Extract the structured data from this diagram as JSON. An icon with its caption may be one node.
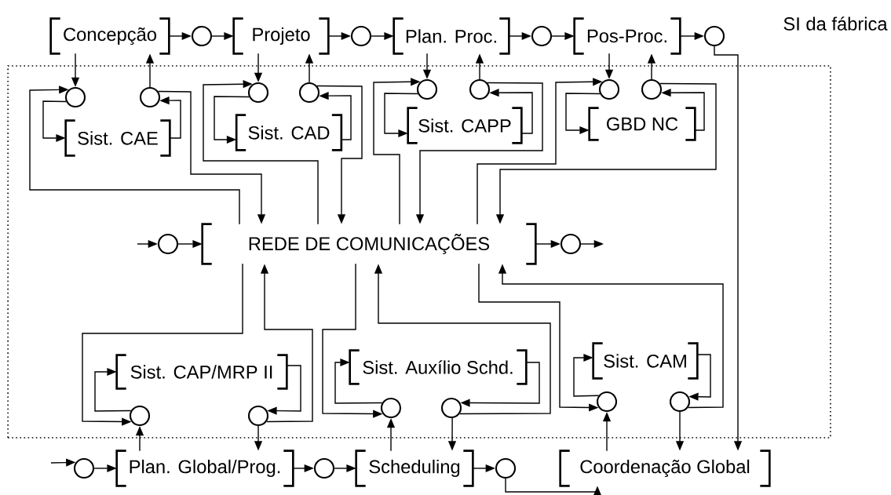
{
  "diagram": {
    "nodes": [
      {
        "text": [
          "SI da fábrica"
        ]
      },
      {
        "text": [
          "Concepção"
        ]
      },
      {
        "text": [],
        "shape": "circle"
      },
      {
        "text": [
          "Projeto"
        ]
      },
      {
        "text": [],
        "shape": "circle"
      },
      {
        "text": [
          "Plan. Proc."
        ]
      },
      {
        "text": [],
        "shape": "circle"
      },
      {
        "text": [
          "Pos-Proc."
        ]
      },
      {
        "text": [],
        "shape": "circle"
      },
      {
        "text": [],
        "shape": "circle",
        "in": 0
      },
      {
        "text": [],
        "shape": "circle",
        "in": 0
      },
      {
        "text": [
          "Sist. CAE"
        ],
        "in": 0
      },
      {
        "text": [],
        "shape": "circle",
        "in": 0
      },
      {
        "text": [],
        "shape": "circle",
        "in": 0
      },
      {
        "text": [
          "Sist. CAD"
        ],
        "in": 0
      },
      {
        "text": [],
        "shape": "circle",
        "in": 0
      },
      {
        "text": [],
        "shape": "circle",
        "in": 0
      },
      {
        "text": [
          "Sist. CAPP"
        ],
        "in": 0
      },
      {
        "text": [],
        "shape": "circle",
        "in": 0
      },
      {
        "text": [],
        "shape": "circle",
        "in": 0
      },
      {
        "text": [
          "GBD NC"
        ],
        "in": 0
      },
      {
        "text": [],
        "shape": "circle",
        "in": 0
      },
      {
        "text": [
          "REDE DE COMUNICAÇÕES"
        ],
        "in": 0
      },
      {
        "text": [],
        "shape": "circle",
        "in": 0
      },
      {
        "text": [
          "Sist. CAP/MRP II"
        ],
        "in": 0
      },
      {
        "text": [],
        "shape": "circle",
        "in": 0
      },
      {
        "text": [],
        "shape": "circle",
        "in": 0
      },
      {
        "text": [
          "Sist. Auxílio Schd."
        ],
        "in": 0
      },
      {
        "text": [],
        "shape": "circle",
        "in": 0
      },
      {
        "text": [],
        "shape": "circle",
        "in": 0
      },
      {
        "text": [
          "Sist. CAM"
        ],
        "in": 0
      },
      {
        "text": [],
        "shape": "circle",
        "in": 0
      },
      {
        "text": [],
        "shape": "circle",
        "in": 0
      },
      {
        "text": [],
        "shape": "circle"
      },
      {
        "text": [
          "Plan. Global/Prog."
        ]
      },
      {
        "text": [],
        "shape": "circle"
      },
      {
        "text": [
          "Scheduling"
        ]
      },
      {
        "text": [],
        "shape": "circle"
      },
      {
        "text": [
          "Coordenação Global"
        ]
      }
    ],
    "edges": [
      {
        "from": 1,
        "to": 2,
        "arrow": "to"
      },
      {
        "from": 2,
        "to": 3,
        "arrow": "to"
      },
      {
        "from": 3,
        "to": 4,
        "arrow": "to"
      },
      {
        "from": 4,
        "to": 5,
        "arrow": "to"
      },
      {
        "from": 5,
        "to": 6,
        "arrow": "to"
      },
      {
        "from": 6,
        "to": 7,
        "arrow": "to"
      },
      {
        "from": 7,
        "to": 8,
        "arrow": "to"
      },
      {
        "from": 1,
        "to": 9,
        "arrow": "to"
      },
      {
        "from": 10,
        "to": 1,
        "arrow": "to"
      },
      {
        "from": 9,
        "to": 11,
        "arrow": "to"
      },
      {
        "from": 11,
        "to": 10,
        "arrow": "to"
      },
      {
        "from": 22,
        "to": 9,
        "arrow": "to"
      },
      {
        "from": 10,
        "to": 22,
        "arrow": "to"
      },
      {
        "from": 3,
        "to": 12,
        "arrow": "to"
      },
      {
        "from": 13,
        "to": 3,
        "arrow": "to"
      },
      {
        "from": 12,
        "to": 14,
        "arrow": "to"
      },
      {
        "from": 14,
        "to": 13,
        "arrow": "to"
      },
      {
        "from": 22,
        "to": 12,
        "arrow": "to"
      },
      {
        "from": 13,
        "to": 22,
        "arrow": "to"
      },
      {
        "from": 5,
        "to": 15,
        "arrow": "to"
      },
      {
        "from": 16,
        "to": 5,
        "arrow": "to"
      },
      {
        "from": 15,
        "to": 17,
        "arrow": "to"
      },
      {
        "from": 17,
        "to": 16,
        "arrow": "to"
      },
      {
        "from": 22,
        "to": 15,
        "arrow": "to"
      },
      {
        "from": 16,
        "to": 22,
        "arrow": "to"
      },
      {
        "from": 7,
        "to": 18,
        "arrow": "to"
      },
      {
        "from": 19,
        "to": 7,
        "arrow": "to"
      },
      {
        "from": 18,
        "to": 20,
        "arrow": "to"
      },
      {
        "from": 20,
        "to": 19,
        "arrow": "to"
      },
      {
        "from": 22,
        "to": 18,
        "arrow": "to"
      },
      {
        "from": 19,
        "to": 22,
        "arrow": "to"
      },
      {
        "from": 8,
        "to": 38,
        "arrow": "to"
      },
      {
        "from": null,
        "to": 21,
        "arrow": "to"
      },
      {
        "from": 21,
        "to": 22,
        "arrow": "to"
      },
      {
        "from": 22,
        "to": 23,
        "arrow": "to"
      },
      {
        "from": 23,
        "to": null,
        "arrow": "to"
      },
      {
        "from": 22,
        "to": 25,
        "arrow": "to"
      },
      {
        "from": 26,
        "to": 22,
        "arrow": "to"
      },
      {
        "from": 25,
        "to": 24,
        "arrow": "to"
      },
      {
        "from": 24,
        "to": 26,
        "arrow": "to"
      },
      {
        "from": 34,
        "to": 25,
        "arrow": "to"
      },
      {
        "from": 26,
        "to": 34,
        "arrow": "to"
      },
      {
        "from": 22,
        "to": 28,
        "arrow": "to"
      },
      {
        "from": 29,
        "to": 22,
        "arrow": "to"
      },
      {
        "from": 28,
        "to": 27,
        "arrow": "to"
      },
      {
        "from": 27,
        "to": 29,
        "arrow": "to"
      },
      {
        "from": 36,
        "to": 28,
        "arrow": "to"
      },
      {
        "from": 29,
        "to": 36,
        "arrow": "to"
      },
      {
        "from": 22,
        "to": 31,
        "arrow": "to"
      },
      {
        "from": 32,
        "to": 22,
        "arrow": "to"
      },
      {
        "from": 31,
        "to": 30,
        "arrow": "to"
      },
      {
        "from": 30,
        "to": 32,
        "arrow": "to"
      },
      {
        "from": 38,
        "to": 31,
        "arrow": "to"
      },
      {
        "from": 32,
        "to": 38,
        "arrow": "to"
      },
      {
        "from": null,
        "to": 33,
        "arrow": "to"
      },
      {
        "from": 33,
        "to": 34,
        "arrow": "to"
      },
      {
        "from": 34,
        "to": 35,
        "arrow": "to"
      },
      {
        "from": 35,
        "to": 36,
        "arrow": "to"
      },
      {
        "from": 36,
        "to": 37,
        "arrow": "to"
      },
      {
        "from": 37,
        "to": 38,
        "arrow": "to"
      }
    ]
  }
}
